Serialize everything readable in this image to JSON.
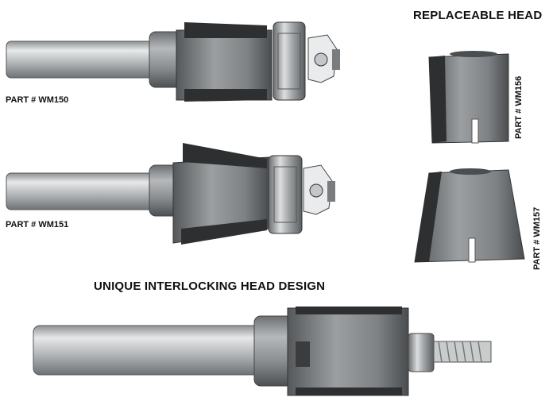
{
  "headings": {
    "replaceable_head": "REPLACEABLE HEAD",
    "interlocking_design": "UNIQUE INTERLOCKING HEAD DESIGN"
  },
  "parts": {
    "wm150": "PART # WM150",
    "wm151": "PART # WM151",
    "wm156": "PART # WM156",
    "wm157": "PART # WM157"
  },
  "colors": {
    "steel_light": "#d8dadb",
    "steel_mid": "#a9acae",
    "steel_dark": "#5c5f61",
    "carbide": "#2e2f31"
  }
}
